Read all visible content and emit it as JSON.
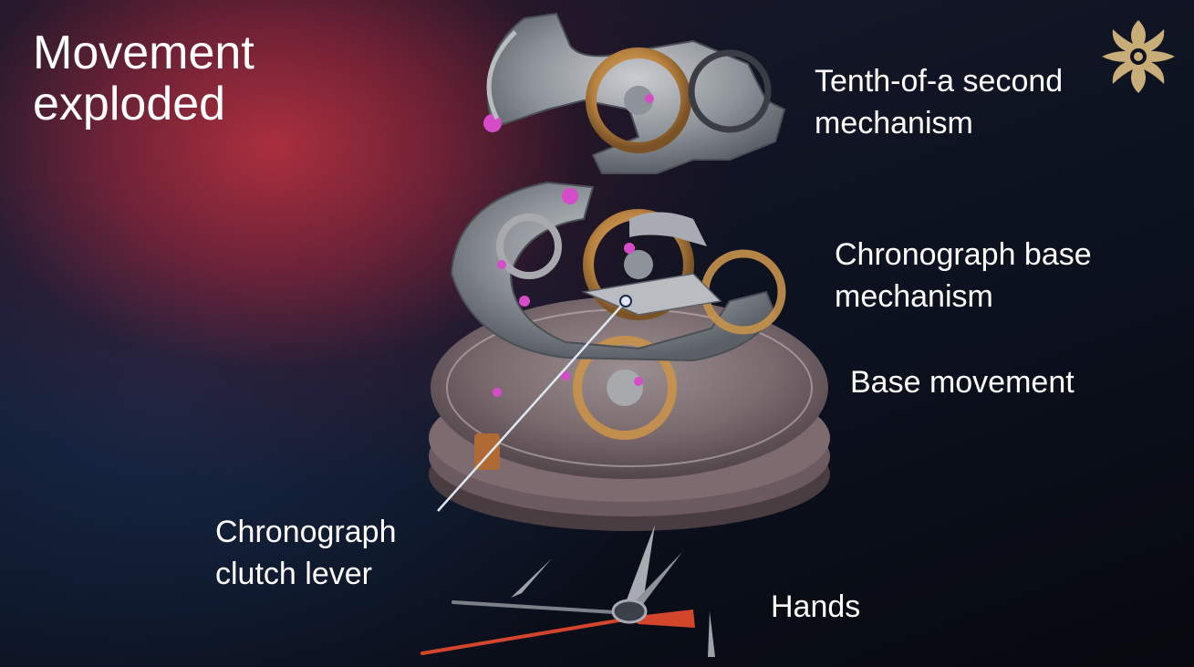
{
  "slide": {
    "title": "Movement exploded",
    "labels": {
      "tenth": [
        "Tenth-of-a second",
        "mechanism"
      ],
      "chrono_base": [
        "Chronograph base",
        "mechanism"
      ],
      "base_movement": [
        "Base movement"
      ],
      "clutch": [
        "Chronograph",
        "clutch lever"
      ],
      "hands": [
        "Hands"
      ]
    }
  },
  "colors": {
    "red_glow": "#b2303e",
    "navy": "#0c1220",
    "gold_logo": "#c9ad78",
    "steel": "#9ea3aa",
    "brass": "#c6924a",
    "ruby": "#d64cc8",
    "pointer_line": "#dfe8f2",
    "red_hand": "#d3462c"
  },
  "icons": {
    "logo": "calatrava-cross-icon",
    "pointer": "callout-dot-icon"
  }
}
